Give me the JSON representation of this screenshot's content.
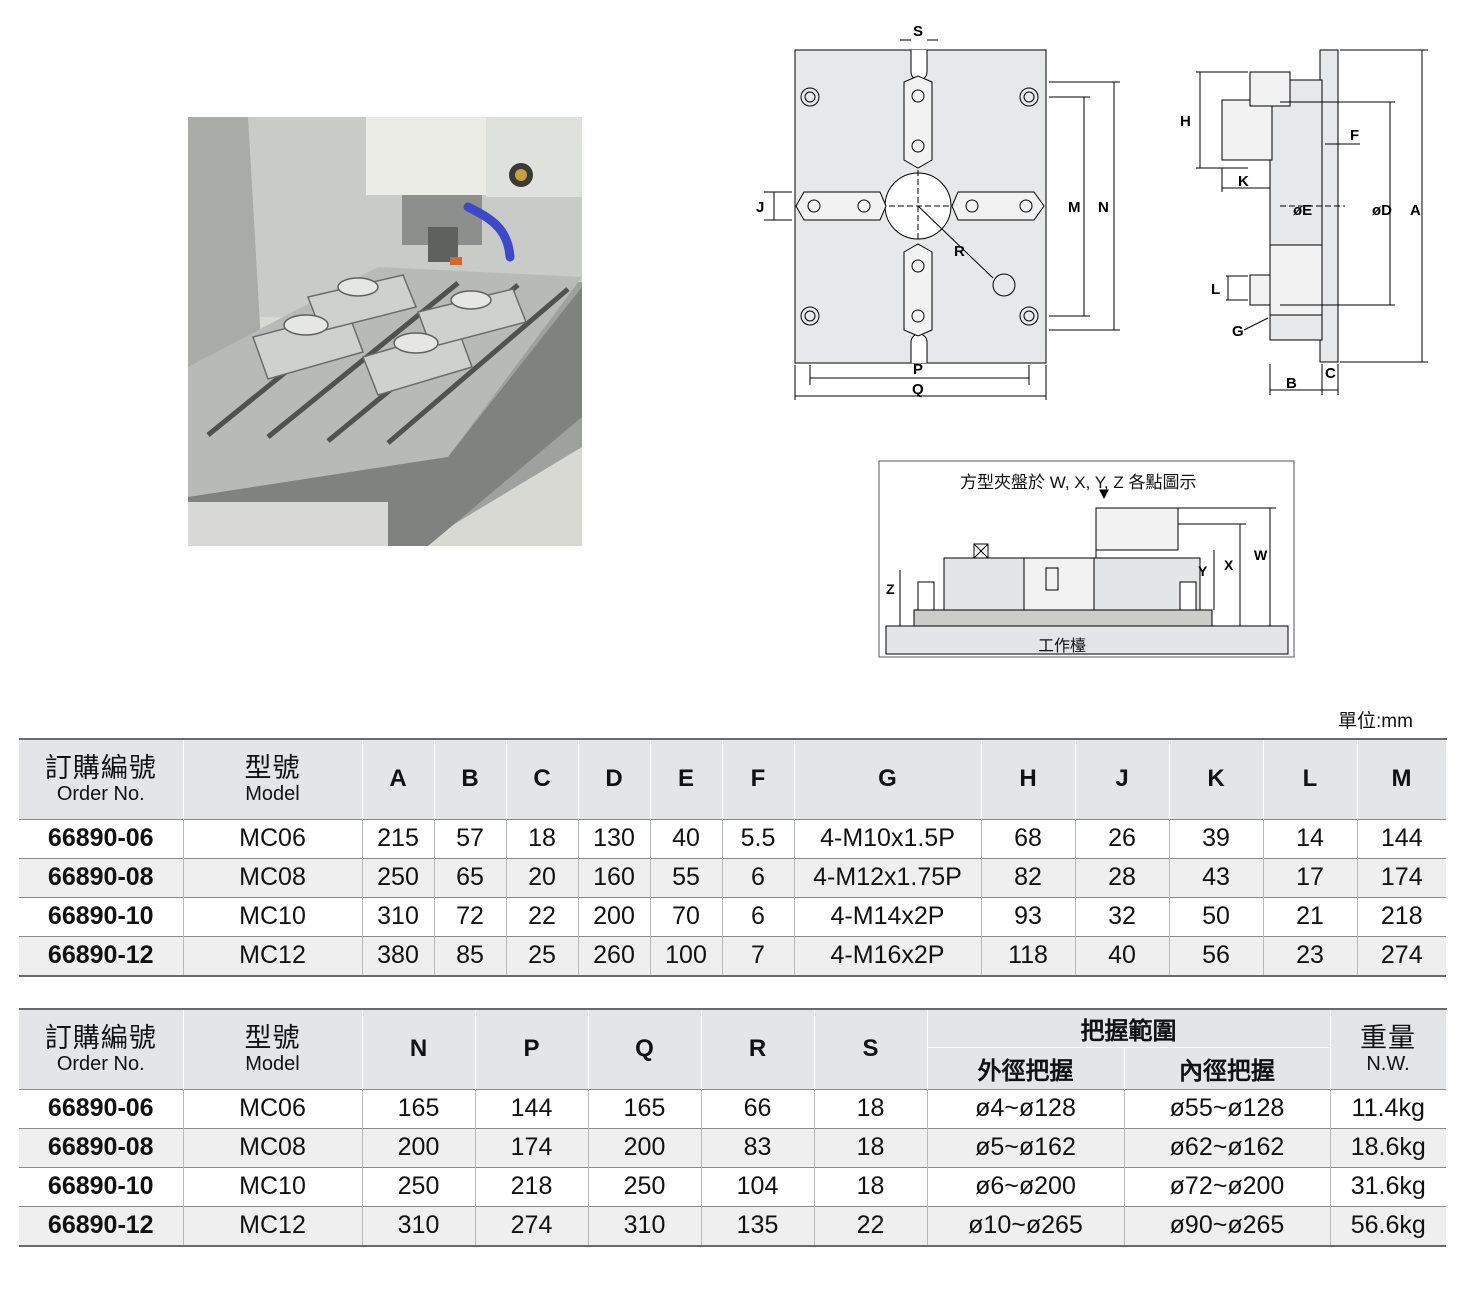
{
  "unit_label": "單位:mm",
  "mount_diagram": {
    "caption": "方型夾盤於 W, X, Y, Z 各點圖示",
    "table_label": "工作檯"
  },
  "dimension_labels": {
    "s": "S",
    "j": "J",
    "m": "M",
    "n": "N",
    "r": "R",
    "p": "P",
    "q": "Q",
    "h": "H",
    "f": "F",
    "k": "K",
    "e": "øE",
    "d": "øD",
    "a": "A",
    "l": "L",
    "g": "G",
    "b": "B",
    "c": "C",
    "w": "W",
    "x": "X",
    "y": "Y",
    "z": "Z"
  },
  "table1": {
    "order_zh": "訂購編號",
    "order_en": "Order No.",
    "model_zh": "型號",
    "model_en": "Model",
    "columns": [
      "A",
      "B",
      "C",
      "D",
      "E",
      "F",
      "G",
      "H",
      "J",
      "K",
      "L",
      "M"
    ],
    "rows": [
      [
        "66890-06",
        "MC06",
        "215",
        "57",
        "18",
        "130",
        "40",
        "5.5",
        "4-M10x1.5P",
        "68",
        "26",
        "39",
        "14",
        "144"
      ],
      [
        "66890-08",
        "MC08",
        "250",
        "65",
        "20",
        "160",
        "55",
        "6",
        "4-M12x1.75P",
        "82",
        "28",
        "43",
        "17",
        "174"
      ],
      [
        "66890-10",
        "MC10",
        "310",
        "72",
        "22",
        "200",
        "70",
        "6",
        "4-M14x2P",
        "93",
        "32",
        "50",
        "21",
        "218"
      ],
      [
        "66890-12",
        "MC12",
        "380",
        "85",
        "25",
        "260",
        "100",
        "7",
        "4-M16x2P",
        "118",
        "40",
        "56",
        "23",
        "274"
      ]
    ]
  },
  "table2": {
    "order_zh": "訂購編號",
    "order_en": "Order No.",
    "model_zh": "型號",
    "model_en": "Model",
    "columns": [
      "N",
      "P",
      "Q",
      "R",
      "S"
    ],
    "grip_range": "把握範圍",
    "outer_grip": "外徑把握",
    "inner_grip": "內徑把握",
    "weight_zh": "重量",
    "weight_en": "N.W.",
    "rows": [
      [
        "66890-06",
        "MC06",
        "165",
        "144",
        "165",
        "66",
        "18",
        "ø4~ø128",
        "ø55~ø128",
        "11.4kg"
      ],
      [
        "66890-08",
        "MC08",
        "200",
        "174",
        "200",
        "83",
        "18",
        "ø5~ø162",
        "ø62~ø162",
        "18.6kg"
      ],
      [
        "66890-10",
        "MC10",
        "250",
        "218",
        "250",
        "104",
        "18",
        "ø6~ø200",
        "ø72~ø200",
        "31.6kg"
      ],
      [
        "66890-12",
        "MC12",
        "310",
        "274",
        "310",
        "135",
        "22",
        "ø10~ø265",
        "ø90~ø265",
        "56.6kg"
      ]
    ]
  }
}
